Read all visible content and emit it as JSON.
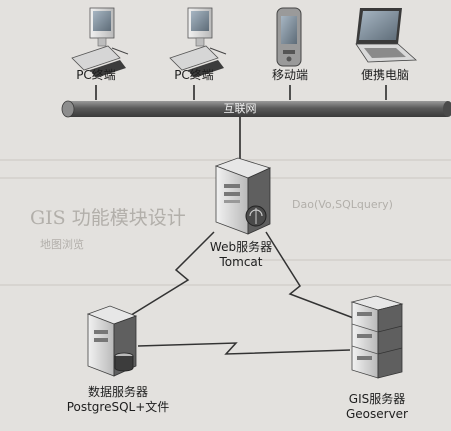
{
  "devices": [
    {
      "name": "pc-terminal-1",
      "label": "PC终端"
    },
    {
      "name": "pc-terminal-2",
      "label": "PC终端"
    },
    {
      "name": "mobile-terminal",
      "label": "移动端"
    },
    {
      "name": "laptop",
      "label": "便携电脑"
    }
  ],
  "internet": {
    "label": "互联网"
  },
  "servers": {
    "web": {
      "name": "Web服务器",
      "software": "Tomcat"
    },
    "data": {
      "name": "数据服务器",
      "software": "PostgreSQL+文件"
    },
    "gis": {
      "name": "GIS服务器",
      "software": "Geoserver"
    }
  },
  "background": {
    "heading": "GIS 功能模块设计",
    "fragment_1": "地图浏览",
    "fragment_2": "Dao(Vo,SQLquery)"
  },
  "colors": {
    "background": "#e3e1de",
    "bar": "#6f6f6f",
    "device": "#cfcfcf",
    "screen": "#7f8e9c"
  }
}
